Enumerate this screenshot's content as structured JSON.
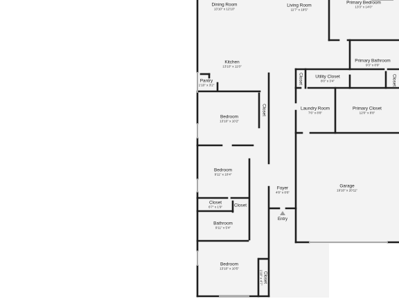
{
  "rooms": {
    "dining_room": {
      "name": "Dining Room",
      "dims": "13'10\" x 12'10\""
    },
    "living_room": {
      "name": "Living Room",
      "dims": "11'7\" x 19'5\""
    },
    "primary_bedroom": {
      "name": "Primary Bedroom",
      "dims": "13'3\" x 14'0\""
    },
    "primary_bathroom": {
      "name": "Primary Bathroom",
      "dims": "9'3\" x 8'9\""
    },
    "kitchen": {
      "name": "Kitchen",
      "dims": "13'10\" x 11'0\""
    },
    "pantry": {
      "name": "Pantry",
      "dims": "1'10\" x 3'2\""
    },
    "utility_closet": {
      "name": "Utility Closet",
      "dims": "8'0\" x 3'4\""
    },
    "closet_utility_left": {
      "name": "Closet"
    },
    "closet_utility_right": {
      "name": "Closet"
    },
    "laundry_room": {
      "name": "Laundry Room",
      "dims": "7'6\" x 8'8\""
    },
    "primary_closet": {
      "name": "Primary Closet",
      "dims": "12'0\" x 8'8\""
    },
    "bedroom_1": {
      "name": "Bedroom",
      "dims": "13'10\" x 10'2\""
    },
    "closet_bedroom_1": {
      "name": "Closet"
    },
    "bedroom_2": {
      "name": "Bedroom",
      "dims": "9'11\" x 10'4\""
    },
    "closet_hall": {
      "name": "Closet",
      "dims": "6'7\" x 1'9\""
    },
    "closet_small": {
      "name": "Closet"
    },
    "bathroom": {
      "name": "Bathroom",
      "dims": "9'11\" x 5'4\""
    },
    "bedroom_3": {
      "name": "Bedroom",
      "dims": "13'10\" x 10'5\""
    },
    "closet_bedroom_3": {
      "name": "Closet",
      "dims": "1'10\" x 4'7\""
    },
    "foyer": {
      "name": "Foyer",
      "dims": "4'8\" x 8'6\""
    },
    "garage": {
      "name": "Garage",
      "dims": "19'10\" x 20'11\""
    }
  },
  "entry": {
    "label": "Entry"
  },
  "colors": {
    "wall": "#1e1e1e",
    "floor": "#f3f3f3",
    "door": "#a8a8a8"
  }
}
